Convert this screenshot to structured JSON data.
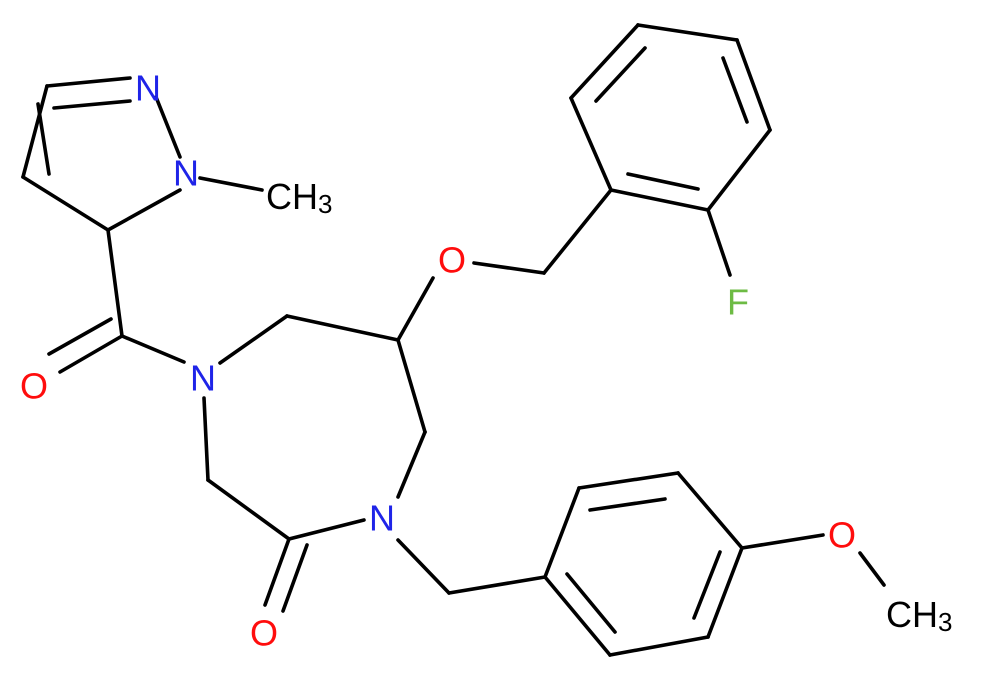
{
  "molecule": {
    "colors": {
      "bond": "#000000",
      "nitrogen": "#1f24e8",
      "oxygen": "#ff0d0d",
      "fluorine": "#6dbb44",
      "carbon": "#000000"
    },
    "atom_labels": {
      "pyrazole_n2": "N",
      "pyrazole_n1": "N",
      "methyl_1": "CH",
      "methyl_1_sub": "3",
      "carbonyl_o_left": "O",
      "diazepane_n4": "N",
      "diazepane_n1": "N",
      "lactam_o": "O",
      "ether_o": "O",
      "fluorine": "F",
      "methoxy_o": "O",
      "methyl_2": "CH",
      "methyl_2_sub": "3"
    }
  }
}
